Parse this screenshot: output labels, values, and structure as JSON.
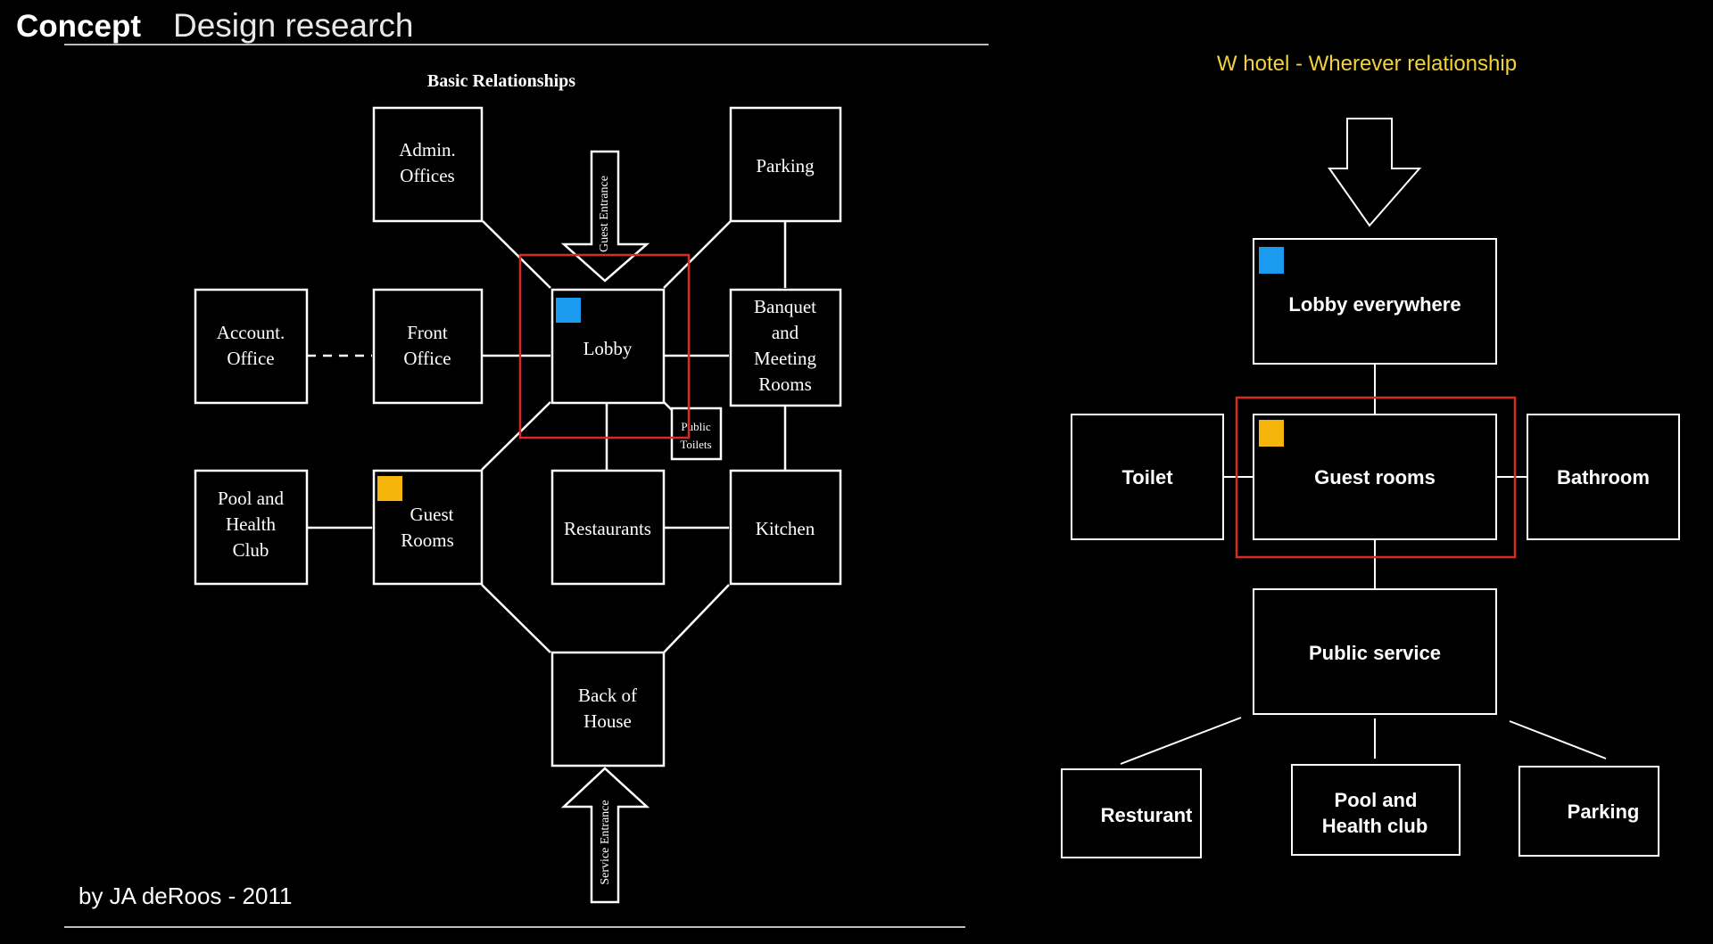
{
  "header": {
    "bold": "Concept",
    "light": "Design research"
  },
  "credit": "by JA deRoos - 2011",
  "left": {
    "title": "Basic Relationships",
    "boxes": {
      "admin": [
        "Admin.",
        "Offices"
      ],
      "parking": [
        "Parking"
      ],
      "account": [
        "Account.",
        "Office"
      ],
      "front": [
        "Front",
        "Office"
      ],
      "lobby": [
        "Lobby"
      ],
      "banquet": [
        "Banquet",
        "and",
        "Meeting",
        "Rooms"
      ],
      "toilets": [
        "Public",
        "Toilets"
      ],
      "pool": [
        "Pool and",
        "Health",
        "Club"
      ],
      "guest": [
        "Guest",
        "Rooms"
      ],
      "restaurants": [
        "Restaurants"
      ],
      "kitchen": [
        "Kitchen"
      ],
      "back": [
        "Back of",
        "House"
      ]
    },
    "guest_entrance": "Guest Entrance",
    "service_entrance": "Service Entrance"
  },
  "right": {
    "title": "W hotel - Wherever relationship",
    "boxes": {
      "lobby": [
        "Lobby everywhere"
      ],
      "toilet": [
        "Toilet"
      ],
      "guest": [
        "Guest rooms"
      ],
      "bathroom": [
        "Bathroom"
      ],
      "public": [
        "Public service"
      ],
      "resturant": [
        "Resturant"
      ],
      "pool": [
        "Pool and",
        "Health club"
      ],
      "parking": [
        "Parking"
      ]
    }
  },
  "colors": {
    "highlight": "#d92b22",
    "lobby_marker": "#1a9bf0",
    "guest_marker": "#f5b50a",
    "title_yellow": "#f2d23a"
  }
}
